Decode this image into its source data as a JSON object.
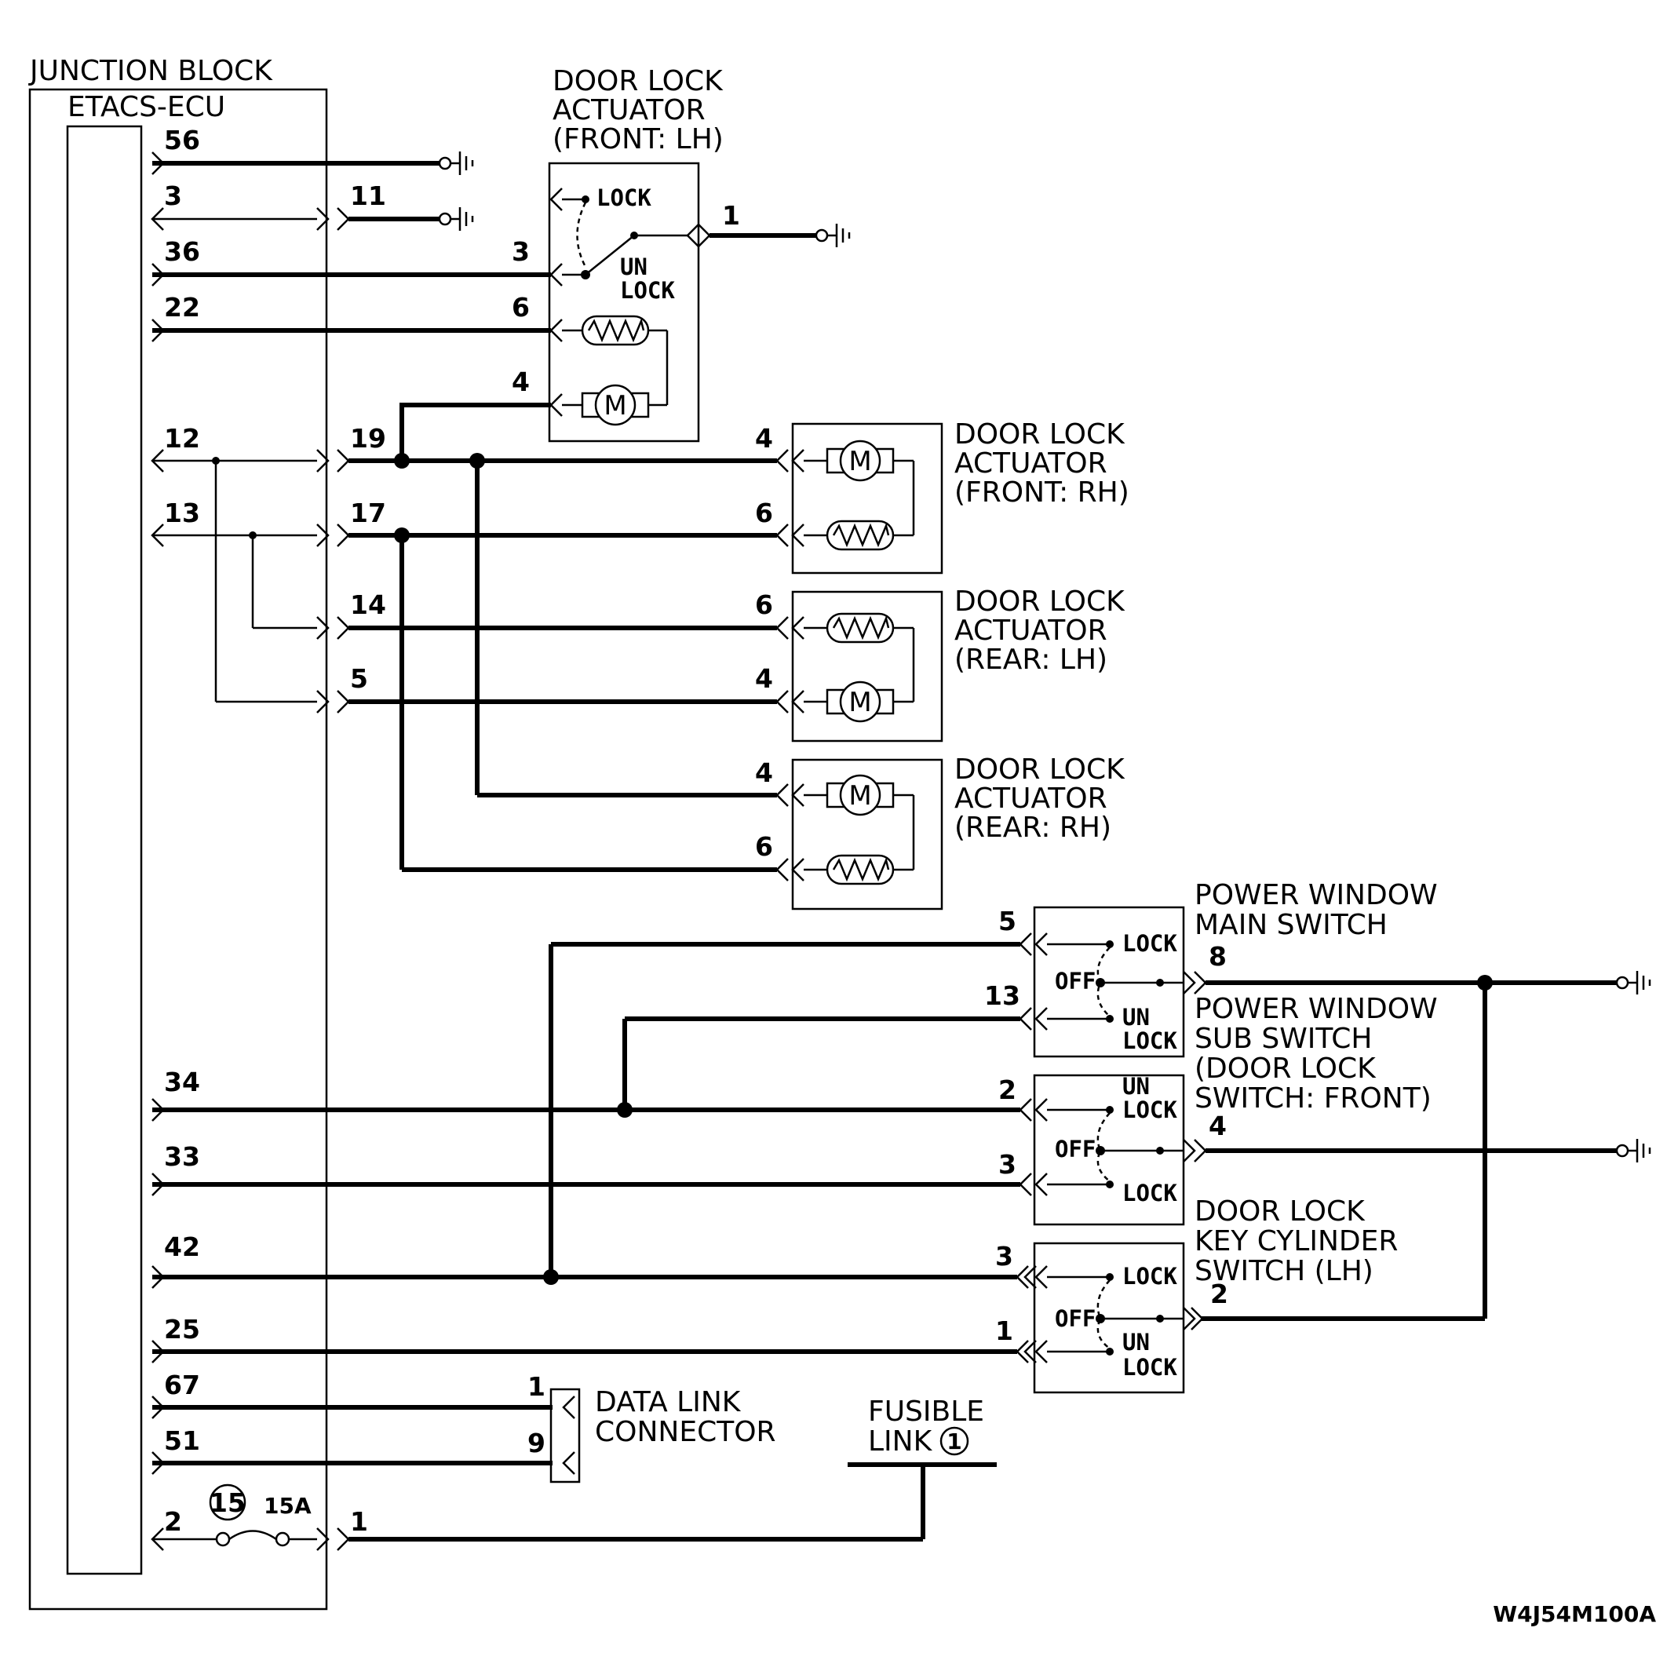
{
  "blocks": {
    "junction_block": "JUNCTION BLOCK",
    "etacs_ecu": "ETACS-ECU"
  },
  "actuators": {
    "front_lh": [
      "DOOR LOCK",
      "ACTUATOR",
      "(FRONT: LH)"
    ],
    "front_rh": [
      "DOOR LOCK",
      "ACTUATOR",
      "(FRONT: RH)"
    ],
    "rear_lh": [
      "DOOR LOCK",
      "ACTUATOR",
      "(REAR: LH)"
    ],
    "rear_rh": [
      "DOOR LOCK",
      "ACTUATOR",
      "(REAR: RH)"
    ]
  },
  "switches": {
    "pw_main": [
      "POWER WINDOW",
      "MAIN SWITCH"
    ],
    "pw_sub": [
      "POWER WINDOW",
      "SUB SWITCH",
      "(DOOR LOCK",
      " SWITCH: FRONT)"
    ],
    "key_cyl": [
      "DOOR LOCK",
      "KEY CYLINDER",
      "SWITCH (LH)"
    ],
    "lock": "LOCK",
    "un": "UN",
    "off": "OFF"
  },
  "data_link": [
    "DATA LINK",
    "CONNECTOR"
  ],
  "fusible_link": [
    "FUSIBLE",
    "LINK"
  ],
  "fusible_link_num": "1",
  "fuse": {
    "number": "15",
    "rating": "15A"
  },
  "diagram_code": "W4J54M100A",
  "pins": {
    "ecu": [
      "56",
      "3",
      "36",
      "22",
      "12",
      "13",
      "34",
      "33",
      "42",
      "25",
      "67",
      "51",
      "2"
    ],
    "jb_right": [
      "11",
      "19",
      "17",
      "14",
      "5",
      "1"
    ],
    "flh": [
      "3",
      "6",
      "4",
      "1"
    ],
    "frh": [
      "4",
      "6"
    ],
    "rlh": [
      "6",
      "4"
    ],
    "rrh": [
      "4",
      "6"
    ],
    "pw_main": [
      "5",
      "13",
      "8"
    ],
    "pw_sub": [
      "2",
      "3",
      "4"
    ],
    "key_cyl": [
      "3",
      "1",
      "2"
    ],
    "dlc": [
      "1",
      "9"
    ]
  }
}
